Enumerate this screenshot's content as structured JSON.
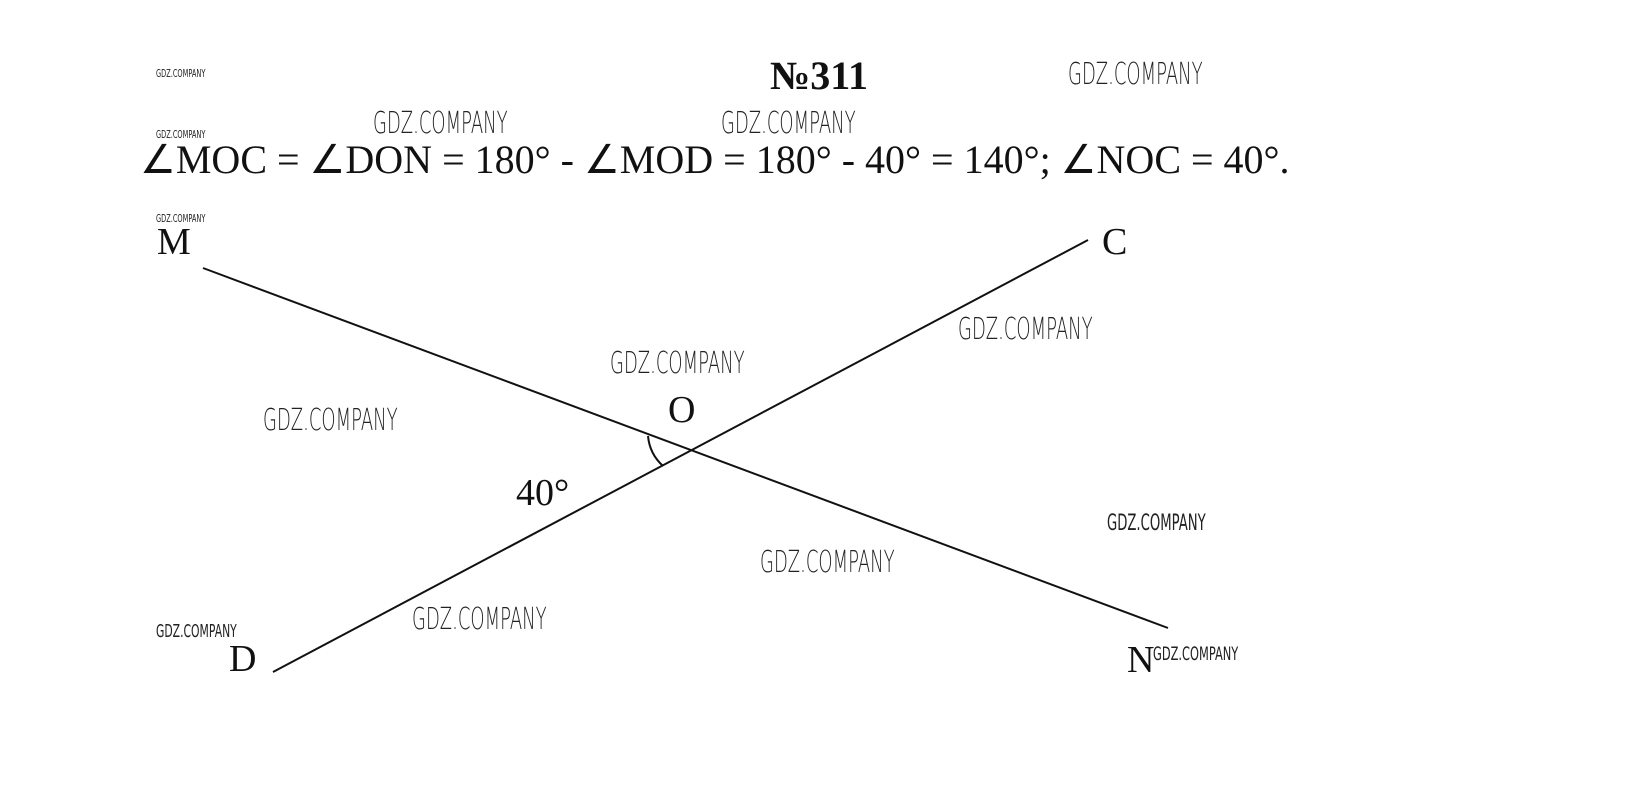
{
  "title": "№311",
  "equation": "∠MOC =  ∠DON = 180° - ∠MOD = 180° - 40° = 140°; ∠NOC = 40°.",
  "diagram": {
    "points": {
      "M": "M",
      "C": "C",
      "O": "O",
      "D": "D",
      "N": "N"
    },
    "angle_label": "40°"
  },
  "watermarks": {
    "text": "GDZ.COMPANY"
  }
}
